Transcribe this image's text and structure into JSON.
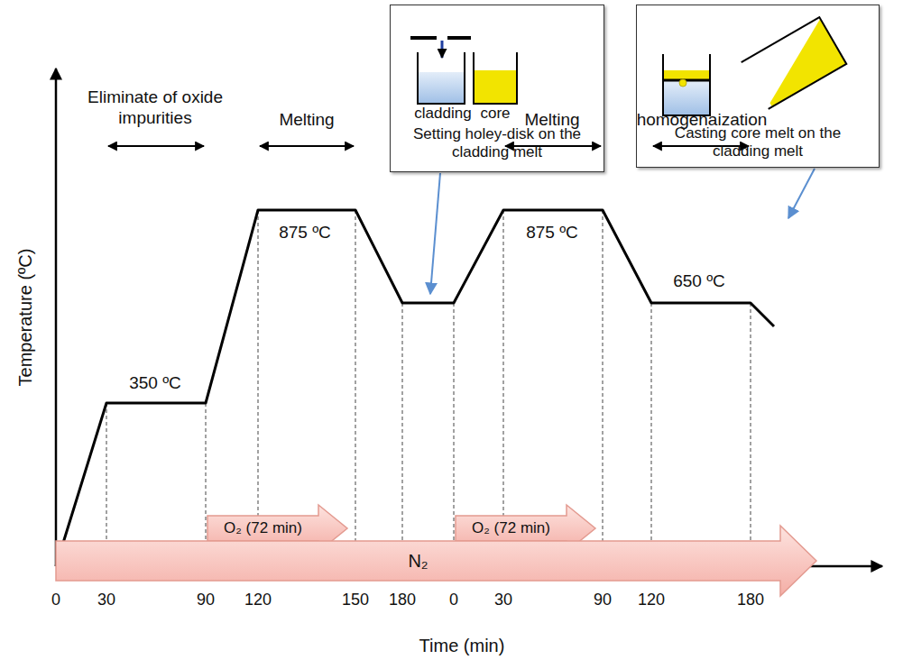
{
  "diagram": {
    "nodes": [
      {
        "text": [
          "cladding",
          "core",
          "Setting holey-disk on the cladding melt"
        ]
      },
      {
        "text": [
          "Casting core melt on the cladding melt"
        ]
      },
      {
        "text": [
          "O₂ (72 min)"
        ]
      },
      {
        "text": [
          "O₂ (72 min)"
        ]
      },
      {
        "text": [
          "N₂"
        ]
      }
    ],
    "labels": [
      "Eliminate of oxide impurities",
      "Melting",
      "Melting",
      "homogenaization",
      "350 ºC",
      "875 ºC",
      "875 ºC",
      "650 ºC",
      "Temperature (ºC)",
      "Time (min)",
      "0",
      "30",
      "90",
      "120",
      "150",
      "180",
      "0",
      "30",
      "90",
      "120",
      "180"
    ]
  }
}
